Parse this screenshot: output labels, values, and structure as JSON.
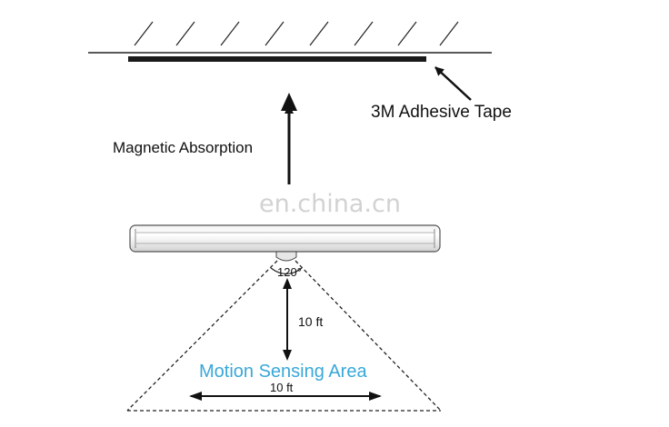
{
  "labels": {
    "tape": "3M Adhesive Tape",
    "magnetic": "Magnetic Absorption",
    "angle": "120°",
    "distance_vertical": "10 ft",
    "distance_horizontal": "10 ft",
    "area": "Motion Sensing Area"
  },
  "watermark": "en.china.cn",
  "colors": {
    "ink": "#111111",
    "area_text": "#39a8d8",
    "watermark": "#d2d2d2"
  }
}
